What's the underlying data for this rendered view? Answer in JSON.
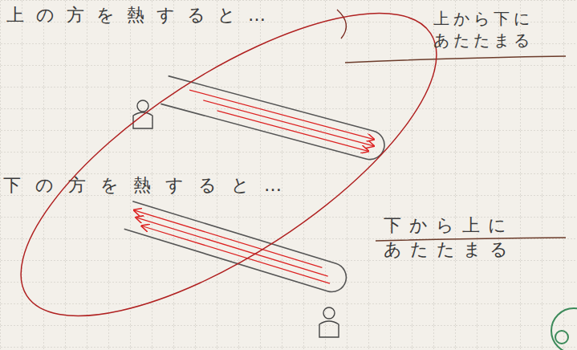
{
  "diagram": {
    "labels": [
      "上の方を熱すると…",
      "上から下に あたたまる",
      "下の方を熱すると…",
      "下から上に あたたまる"
    ]
  }
}
